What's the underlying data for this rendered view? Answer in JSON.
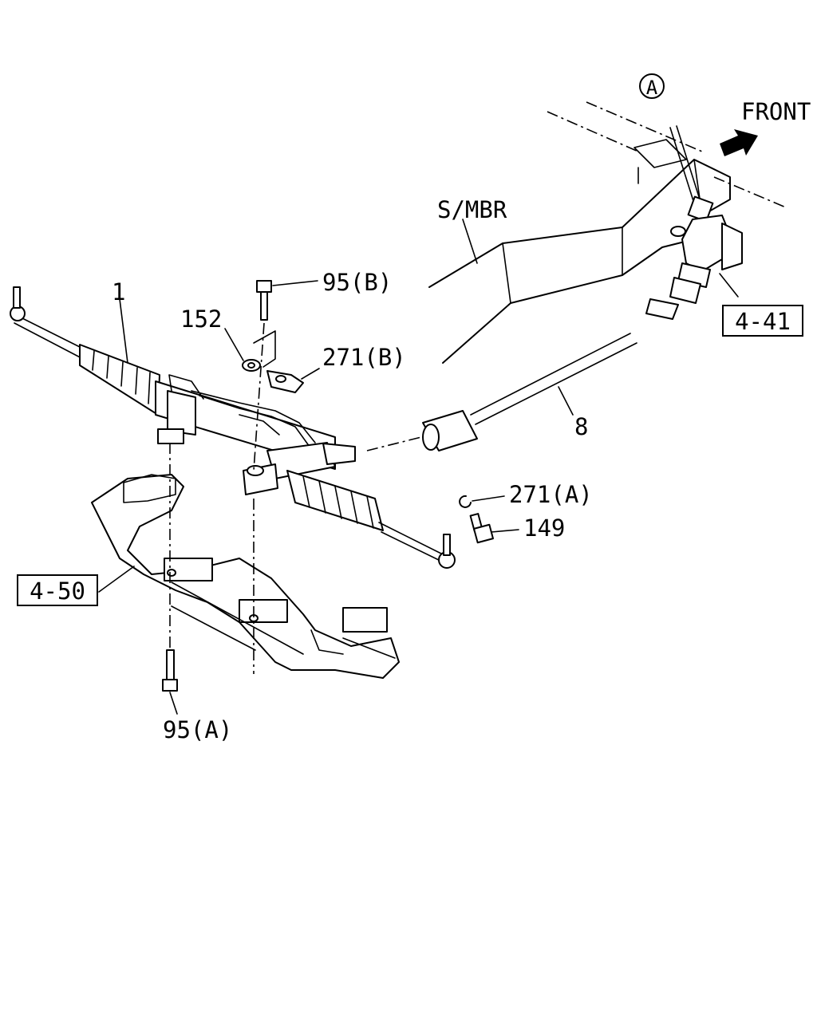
{
  "callouts": {
    "rack": "1",
    "bolt_b": "95(B)",
    "washer": "152",
    "clip_b": "271(B)",
    "shaft": "8",
    "clip_a": "271(A)",
    "bolt_small": "149",
    "bolt_a": "95(A)",
    "crossmember": "S/MBR",
    "direction": "FRONT",
    "ref_column": "4-41",
    "ref_frame": "4-50",
    "circle_ref": "A"
  }
}
